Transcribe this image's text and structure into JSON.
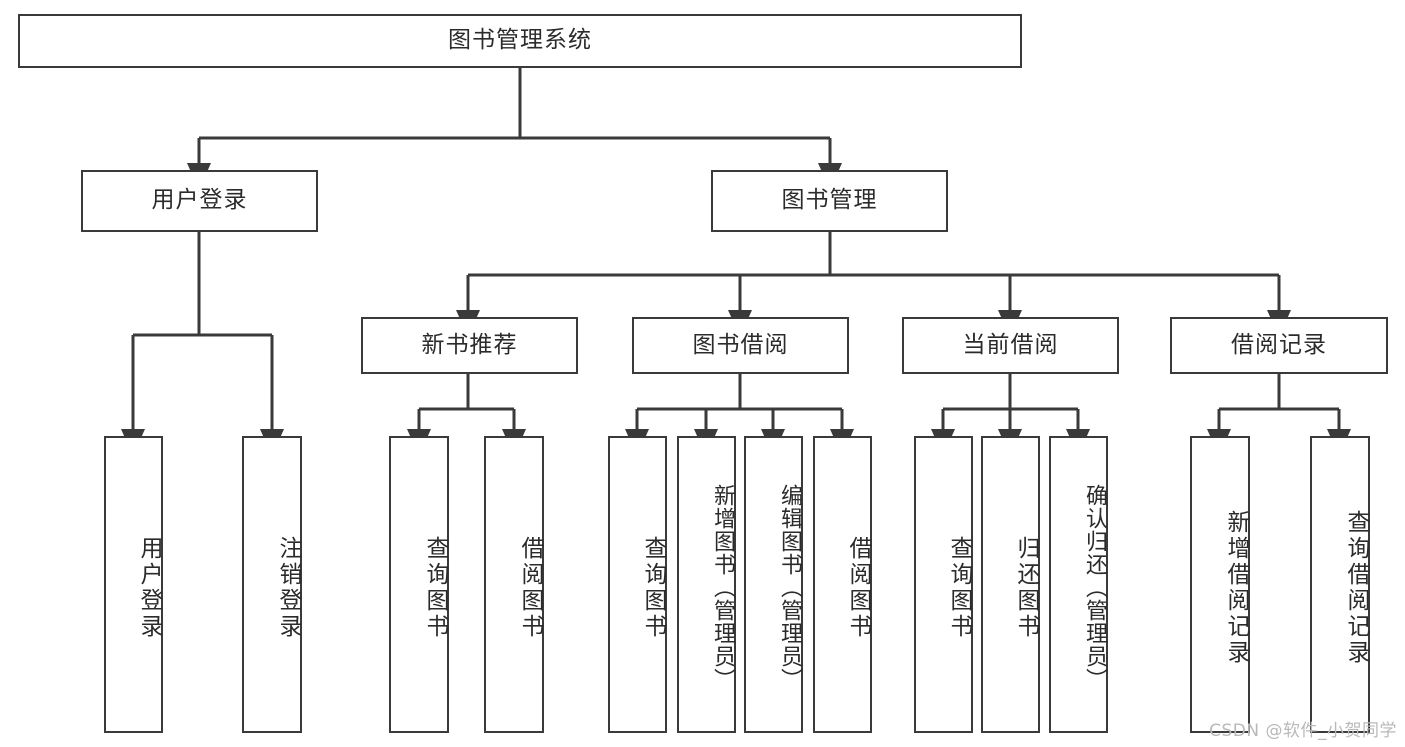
{
  "diagram": {
    "title": "图书管理系统",
    "type": "hierarchy-tree",
    "watermark": "CSDN @软件_小贺同学",
    "root": {
      "label": "图书管理系统",
      "orientation": "horizontal"
    },
    "level2": [
      {
        "label": "用户登录",
        "orientation": "horizontal"
      },
      {
        "label": "图书管理",
        "orientation": "horizontal"
      }
    ],
    "level3": [
      {
        "label": "新书推荐",
        "orientation": "horizontal"
      },
      {
        "label": "图书借阅",
        "orientation": "horizontal"
      },
      {
        "label": "当前借阅",
        "orientation": "horizontal"
      },
      {
        "label": "借阅记录",
        "orientation": "horizontal"
      }
    ],
    "leaves": [
      {
        "label": "用户登录",
        "orientation": "vertical",
        "parent": "用户登录"
      },
      {
        "label": "注销登录",
        "orientation": "vertical",
        "parent": "用户登录"
      },
      {
        "label": "查询图书",
        "orientation": "vertical",
        "parent": "新书推荐"
      },
      {
        "label": "借阅图书",
        "orientation": "vertical",
        "parent": "新书推荐"
      },
      {
        "label": "查询图书",
        "orientation": "vertical",
        "parent": "图书借阅"
      },
      {
        "label": "新增图书（管理员）",
        "orientation": "vertical",
        "parent": "图书借阅"
      },
      {
        "label": "编辑图书（管理员）",
        "orientation": "vertical",
        "parent": "图书借阅"
      },
      {
        "label": "借阅图书",
        "orientation": "vertical",
        "parent": "图书借阅"
      },
      {
        "label": "查询图书",
        "orientation": "vertical",
        "parent": "当前借阅"
      },
      {
        "label": "归还图书",
        "orientation": "vertical",
        "parent": "当前借阅"
      },
      {
        "label": "确认归还（管理员）",
        "orientation": "vertical",
        "parent": "当前借阅"
      },
      {
        "label": "新增借阅记录",
        "orientation": "vertical",
        "parent": "借阅记录"
      },
      {
        "label": "查询借阅记录",
        "orientation": "vertical",
        "parent": "借阅记录"
      }
    ],
    "colors": {
      "stroke": "#3a3a3a",
      "fill": "#ffffff",
      "text": "#2b2b2b",
      "watermark": "#b9b9b9"
    }
  }
}
